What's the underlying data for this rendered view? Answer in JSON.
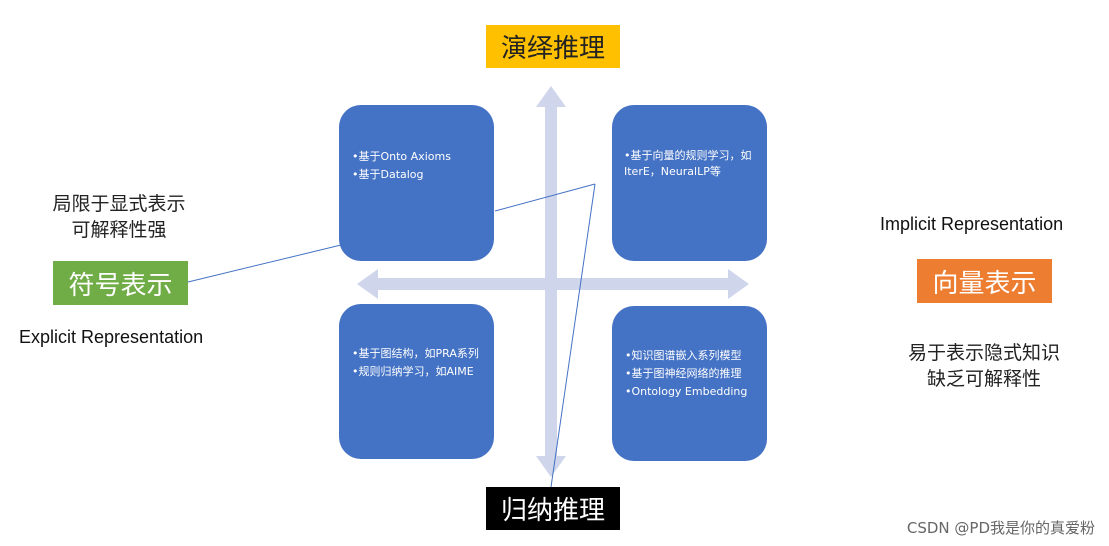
{
  "axes": {
    "top": "演绎推理",
    "bottom": "归纳推理",
    "left": "符号表示",
    "right": "向量表示"
  },
  "left_side": {
    "note_line1": "局限于显式表示",
    "note_line2": "可解释性强",
    "english": "Explicit Representation"
  },
  "right_side": {
    "english": "Implicit Representation",
    "note_line1": "易于表示隐式知识",
    "note_line2": "缺乏可解释性"
  },
  "quadrants": {
    "top_left": [
      "•基于Onto Axioms",
      "•基于Datalog"
    ],
    "top_right": [
      "•基于向量的规则学习，如IterE，NeuralLP等"
    ],
    "bottom_left": [
      "•基于图结构，如PRA系列",
      "•规则归纳学习，如AIME"
    ],
    "bottom_right": [
      "•知识图谱嵌入系列模型",
      "•基于图神经网络的推理",
      "•Ontology Embedding"
    ]
  },
  "colors": {
    "quadrant": "#4472c4",
    "arrow": "#cfd5ea",
    "top_label_bg": "#ffc000",
    "bottom_label_bg": "#000000",
    "left_label_bg": "#70ad47",
    "right_label_bg": "#ed7d31"
  },
  "watermark": "CSDN @PD我是你的真爱粉"
}
